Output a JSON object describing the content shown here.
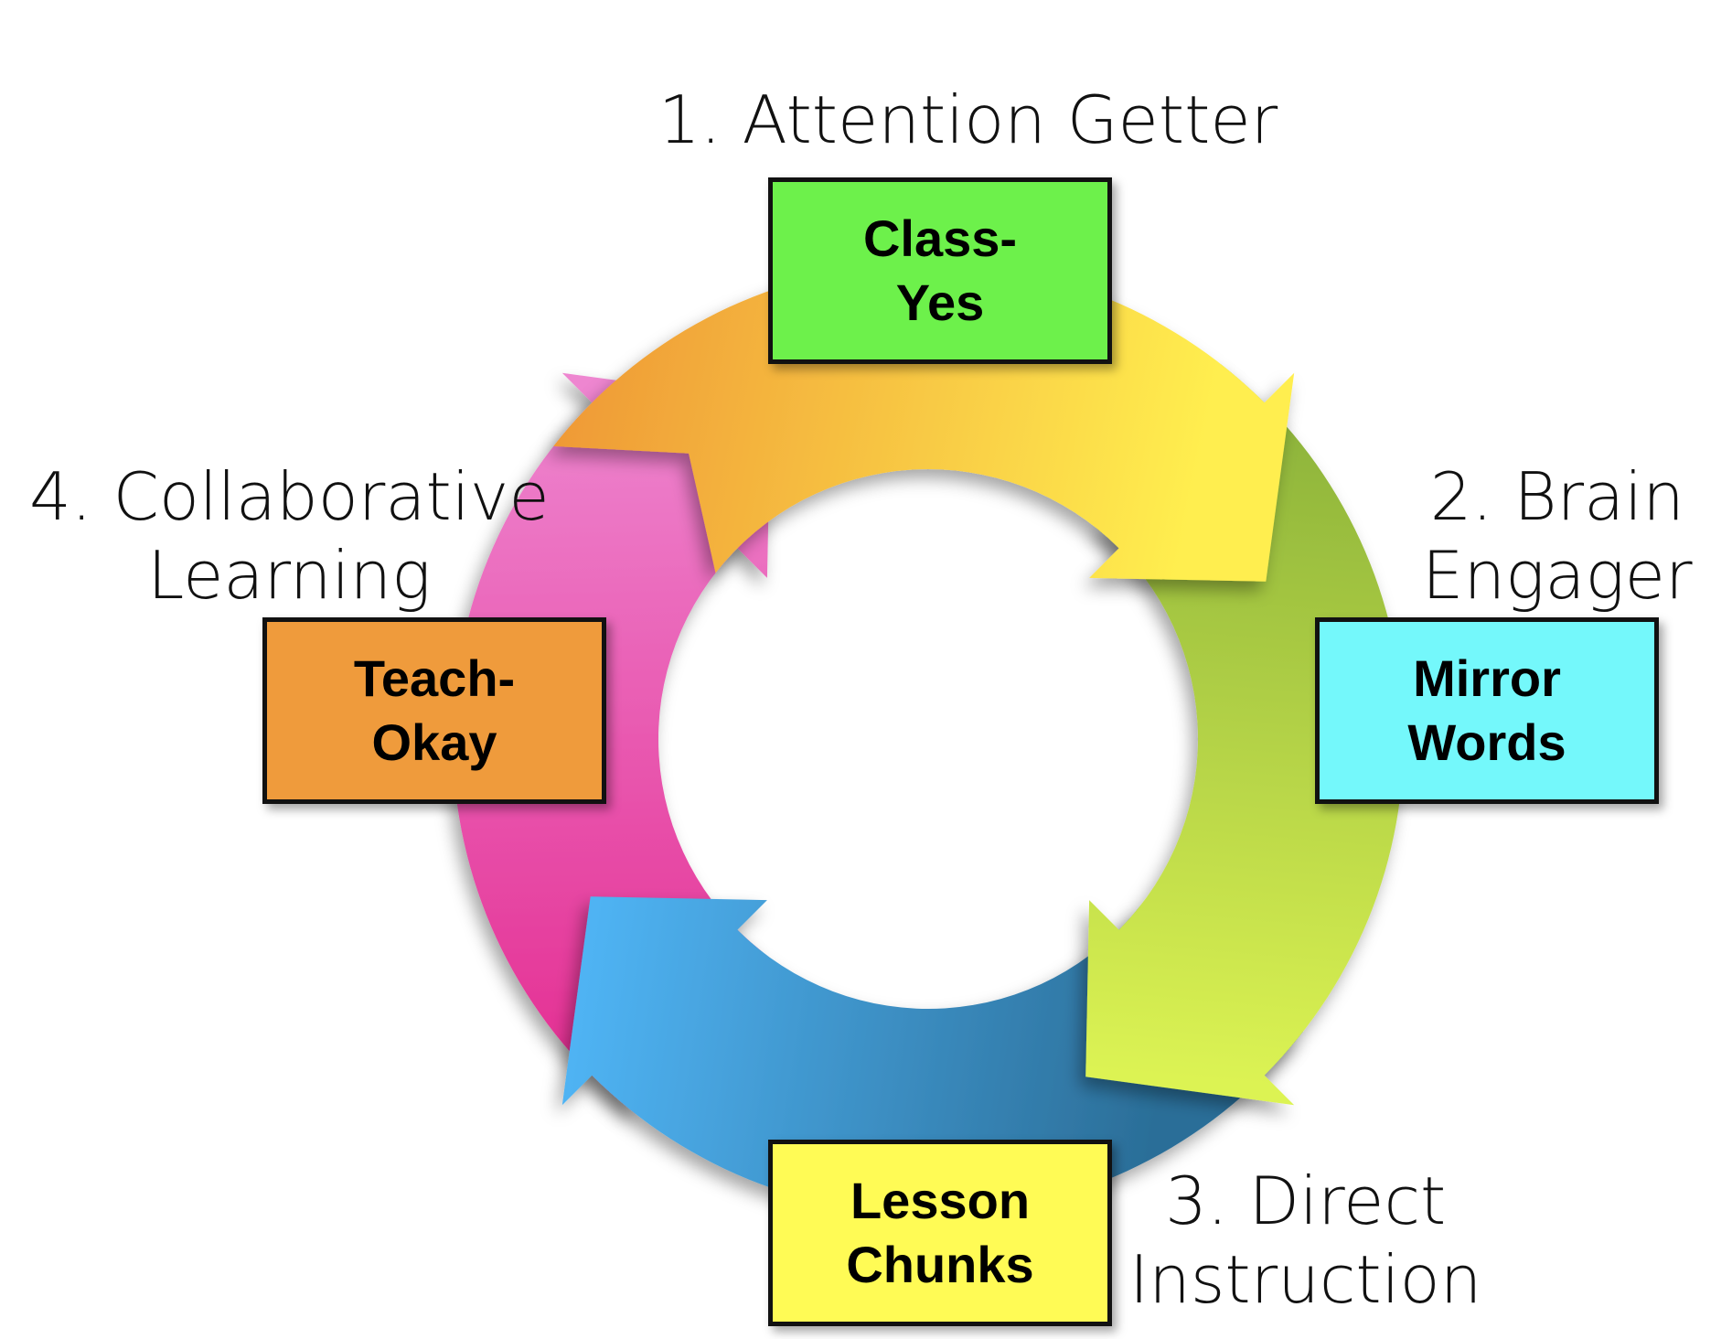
{
  "stages": [
    {
      "title_lines": [
        "1. Attention Getter"
      ],
      "box_lines": [
        "Class-",
        "Yes"
      ],
      "color": "#6df14b",
      "arrow_colors": [
        "#ef9a36",
        "#ffee4f"
      ]
    },
    {
      "title_lines": [
        "2. Brain",
        "Engager"
      ],
      "box_lines": [
        "Mirror",
        "Words"
      ],
      "color": "#74f8fb",
      "arrow_colors": [
        "#8fb53b",
        "#dcf353"
      ]
    },
    {
      "title_lines": [
        "3. Direct",
        "Instruction"
      ],
      "box_lines": [
        "Lesson",
        "Chunks"
      ],
      "color": "#fffb55",
      "arrow_colors": [
        "#2b6e98",
        "#4fb3f3"
      ]
    },
    {
      "title_lines": [
        "4. Collaborative",
        "Learning"
      ],
      "box_lines": [
        "Teach-",
        "Okay"
      ],
      "color": "#ef9b3c",
      "arrow_colors": [
        "#e42e92",
        "#ee86d0"
      ]
    }
  ]
}
